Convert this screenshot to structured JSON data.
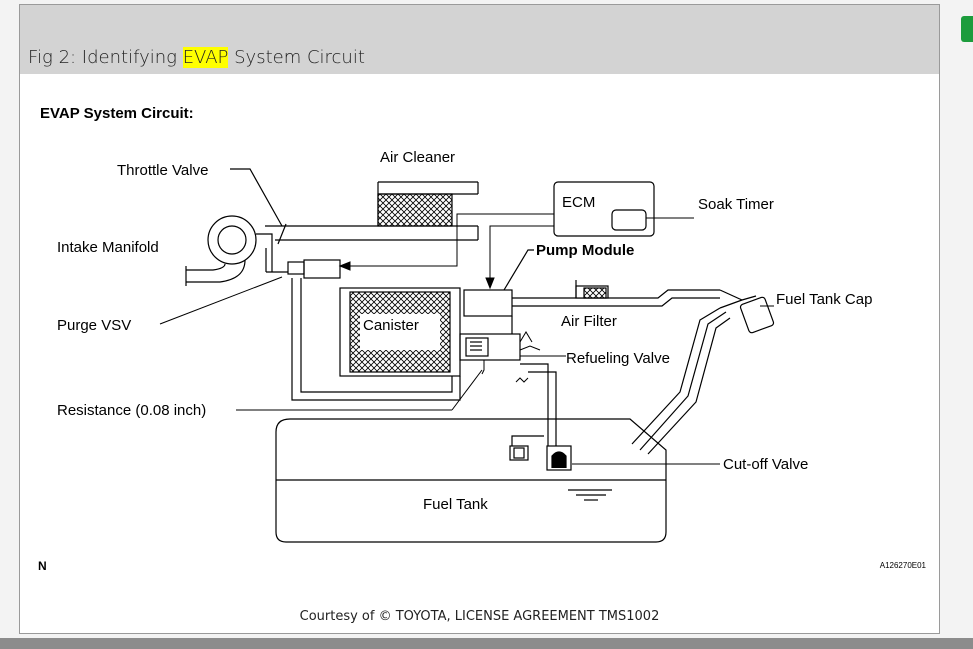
{
  "caption": {
    "prefix": "Fig 2: Identifying ",
    "highlight": "EVAP",
    "suffix": " System Circuit"
  },
  "diagram": {
    "heading": "EVAP System Circuit:",
    "labels": {
      "air_cleaner": "Air Cleaner",
      "throttle_valve": "Throttle Valve",
      "ecm": "ECM",
      "soak_timer": "Soak Timer",
      "intake_manifold": "Intake Manifold",
      "pump_module": "Pump Module",
      "fuel_tank_cap": "Fuel Tank Cap",
      "air_filter": "Air Filter",
      "purge_vsv": "Purge VSV",
      "canister": "Canister",
      "refueling_valve": "Refueling Valve",
      "resistance": "Resistance (0.08 inch)",
      "cut_off_valve": "Cut-off Valve",
      "fuel_tank": "Fuel Tank",
      "north": "N",
      "figure_code": "A126270E01"
    }
  },
  "credit": "Courtesy of © TOYOTA, LICENSE AGREEMENT TMS1002",
  "colors": {
    "highlight": "#ffff00",
    "caption_bar": "#d3d3d3",
    "accent_tab": "#1c9c3c"
  }
}
